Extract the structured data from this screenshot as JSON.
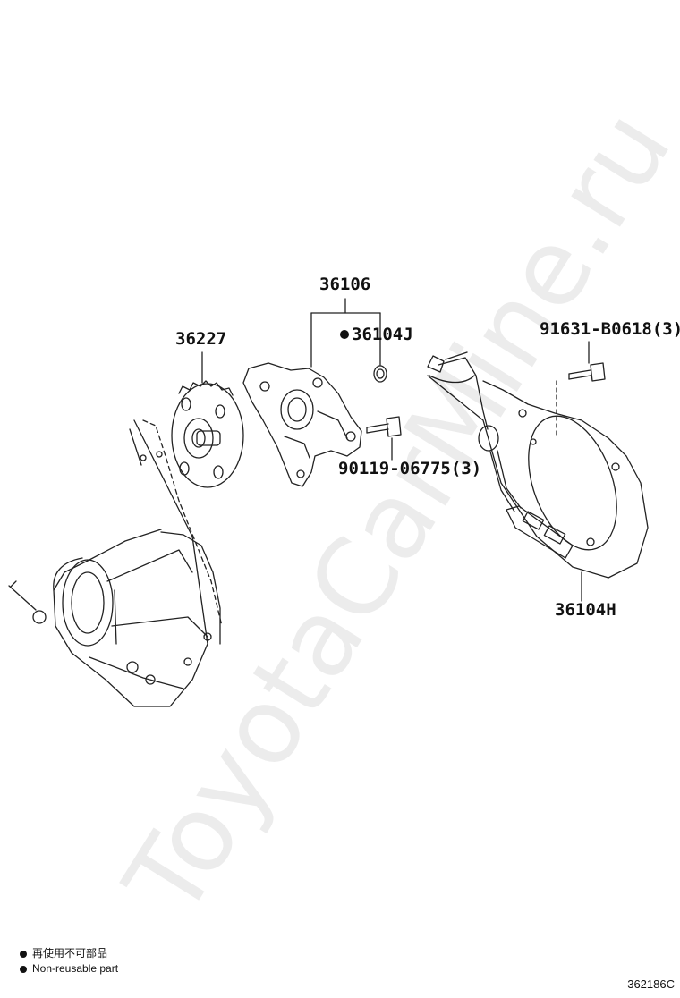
{
  "labels": {
    "part_36106": "36106",
    "part_36227": "36227",
    "part_36104j": "36104J",
    "part_bolt_91631": "91631-B0618(3)",
    "part_bolt_90119": "90119-06775(3)",
    "part_36104h": "36104H"
  },
  "watermark": "ToyotaCarMine.ru",
  "legend": {
    "line1": "再使用不可部品",
    "line2": "Non-reusable part"
  },
  "diagram_code": "362186C",
  "icons": {
    "non_reusable": "filled-dot-icon"
  }
}
